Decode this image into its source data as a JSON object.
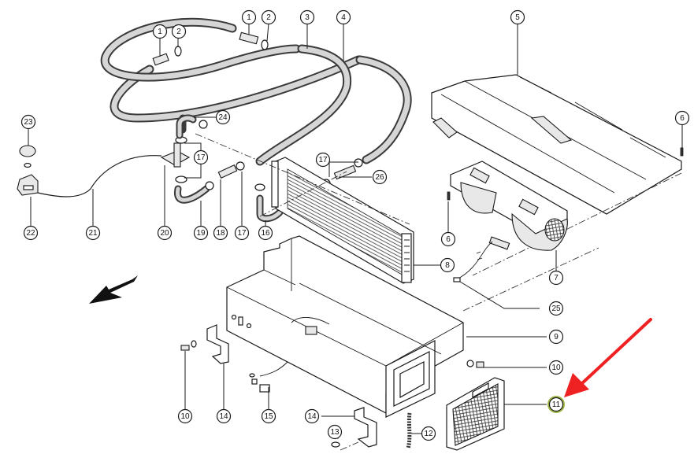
{
  "diagram": {
    "type": "exploded-parts-view",
    "subject": "heater / blower unit assembly",
    "highlight_color": "#9fb648",
    "annotation_arrow_color": "#ee2222",
    "direction_arrow_color": "#111111",
    "highlighted_callout": "11",
    "callouts": [
      {
        "id": "c1a",
        "label": "1"
      },
      {
        "id": "c2a",
        "label": "2"
      },
      {
        "id": "c1b",
        "label": "1"
      },
      {
        "id": "c2b",
        "label": "2"
      },
      {
        "id": "c3",
        "label": "3"
      },
      {
        "id": "c4",
        "label": "4"
      },
      {
        "id": "c5",
        "label": "5"
      },
      {
        "id": "c6a",
        "label": "6"
      },
      {
        "id": "c6b",
        "label": "6"
      },
      {
        "id": "c7",
        "label": "7"
      },
      {
        "id": "c8",
        "label": "8"
      },
      {
        "id": "c9",
        "label": "9"
      },
      {
        "id": "c10a",
        "label": "10"
      },
      {
        "id": "c10b",
        "label": "10"
      },
      {
        "id": "c11",
        "label": "11"
      },
      {
        "id": "c12",
        "label": "12"
      },
      {
        "id": "c13",
        "label": "13"
      },
      {
        "id": "c14a",
        "label": "14"
      },
      {
        "id": "c14b",
        "label": "14"
      },
      {
        "id": "c15",
        "label": "15"
      },
      {
        "id": "c16",
        "label": "16"
      },
      {
        "id": "c17a",
        "label": "17"
      },
      {
        "id": "c17b",
        "label": "17"
      },
      {
        "id": "c17c",
        "label": "17"
      },
      {
        "id": "c18",
        "label": "18"
      },
      {
        "id": "c19",
        "label": "19"
      },
      {
        "id": "c20",
        "label": "20"
      },
      {
        "id": "c21",
        "label": "21"
      },
      {
        "id": "c22",
        "label": "22"
      },
      {
        "id": "c23",
        "label": "23"
      },
      {
        "id": "c24",
        "label": "24"
      },
      {
        "id": "c25",
        "label": "25"
      },
      {
        "id": "c26",
        "label": "26"
      }
    ]
  }
}
